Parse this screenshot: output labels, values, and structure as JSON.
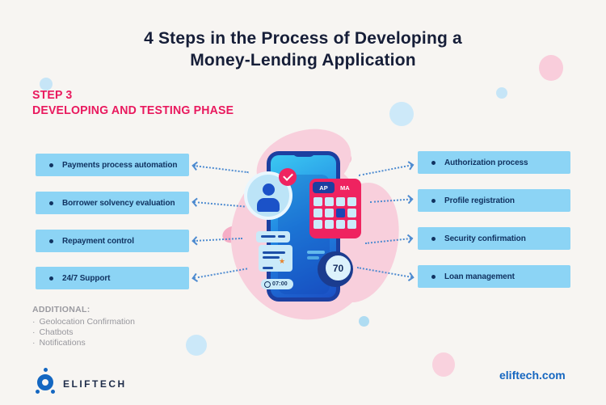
{
  "title": {
    "line1": "4 Steps in the Process of Developing a",
    "line2": "Money-Lending Application"
  },
  "step": {
    "label": "STEP 3",
    "phase": "DEVELOPING AND TESTING PHASE"
  },
  "features": {
    "left": [
      "Payments process automation",
      "Borrower solvency evaluation",
      "Repayment control",
      "24/7 Support"
    ],
    "right": [
      "Authorization process",
      "Profile registration",
      "Security confirmation",
      "Loan management"
    ]
  },
  "additional": {
    "heading": "ADDITIONAL:",
    "items": [
      "Geolocation Confirmation",
      "Chatbots",
      "Notifications"
    ]
  },
  "phone": {
    "calendar": {
      "tab1": "AP",
      "tab2": "MA"
    },
    "time": "07:00",
    "score": "70"
  },
  "icons": {
    "star_glyph": "★",
    "check_badge": "checkmark",
    "user_avatar": "person-silhouette",
    "clock": "clock-face",
    "bullet": "dot"
  },
  "footer": {
    "brand": "ELIFTECH",
    "website": "eliftech.com"
  },
  "colors": {
    "background": "#F7F5F2",
    "title_navy": "#161E38",
    "accent_pink": "#E9195E",
    "box_blue": "#8CD4F5",
    "box_text_navy": "#113361",
    "arrow_blue": "#4E8BD0",
    "blob_pink": "#F8CFDC",
    "illustration_crimson": "#EF2360",
    "phone_frame_blue": "#1C3FA0",
    "link_blue": "#1566C0",
    "gray_text": "#97979D"
  }
}
